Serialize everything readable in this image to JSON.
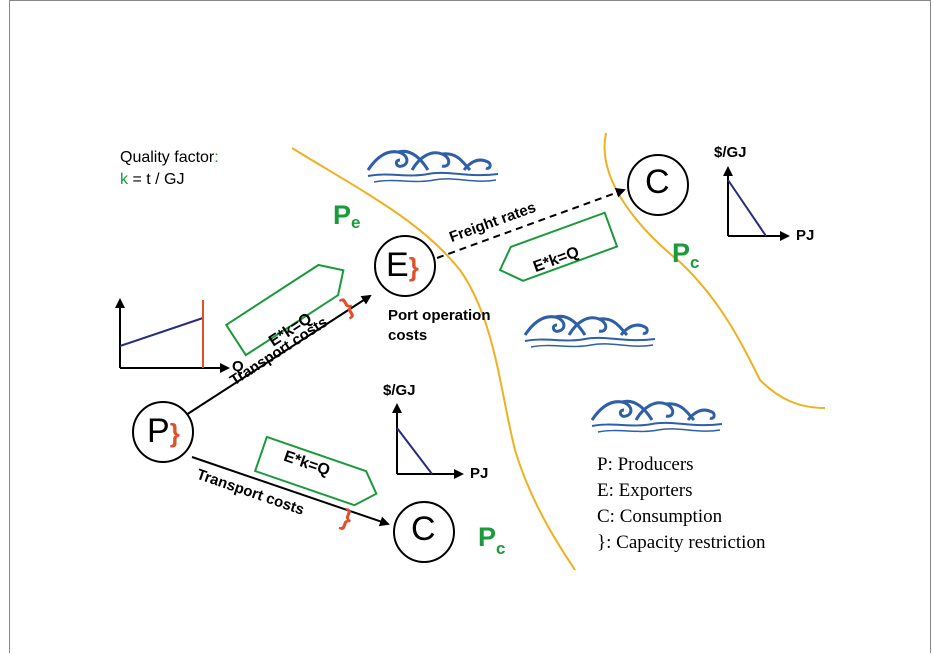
{
  "quality": {
    "label": "Quality factor",
    "colon": ":",
    "k": "k",
    "formula": "= t / GJ"
  },
  "nodes": {
    "producer": "P",
    "exporter": "E",
    "consumer": "C",
    "brace": "}"
  },
  "flows": {
    "transport_costs": "Transport costs",
    "freight_rates": "Freight rates",
    "port_operation": [
      "Port operation",
      "costs"
    ],
    "ekq": "E*k=Q"
  },
  "prices": {
    "p": "P",
    "e": "e",
    "c": "c"
  },
  "axes": {
    "price": "$/GJ",
    "quantity": "PJ",
    "q": "Q"
  },
  "legend": [
    "P: Producers",
    "E: Exporters",
    "C: Consumption",
    "}: Capacity restriction"
  ],
  "colors": {
    "green": "#1a9a3a",
    "orange": "#f0b020",
    "red": "#e0502a",
    "navy": "#2a2a80",
    "wave": "#2f5fa8"
  }
}
